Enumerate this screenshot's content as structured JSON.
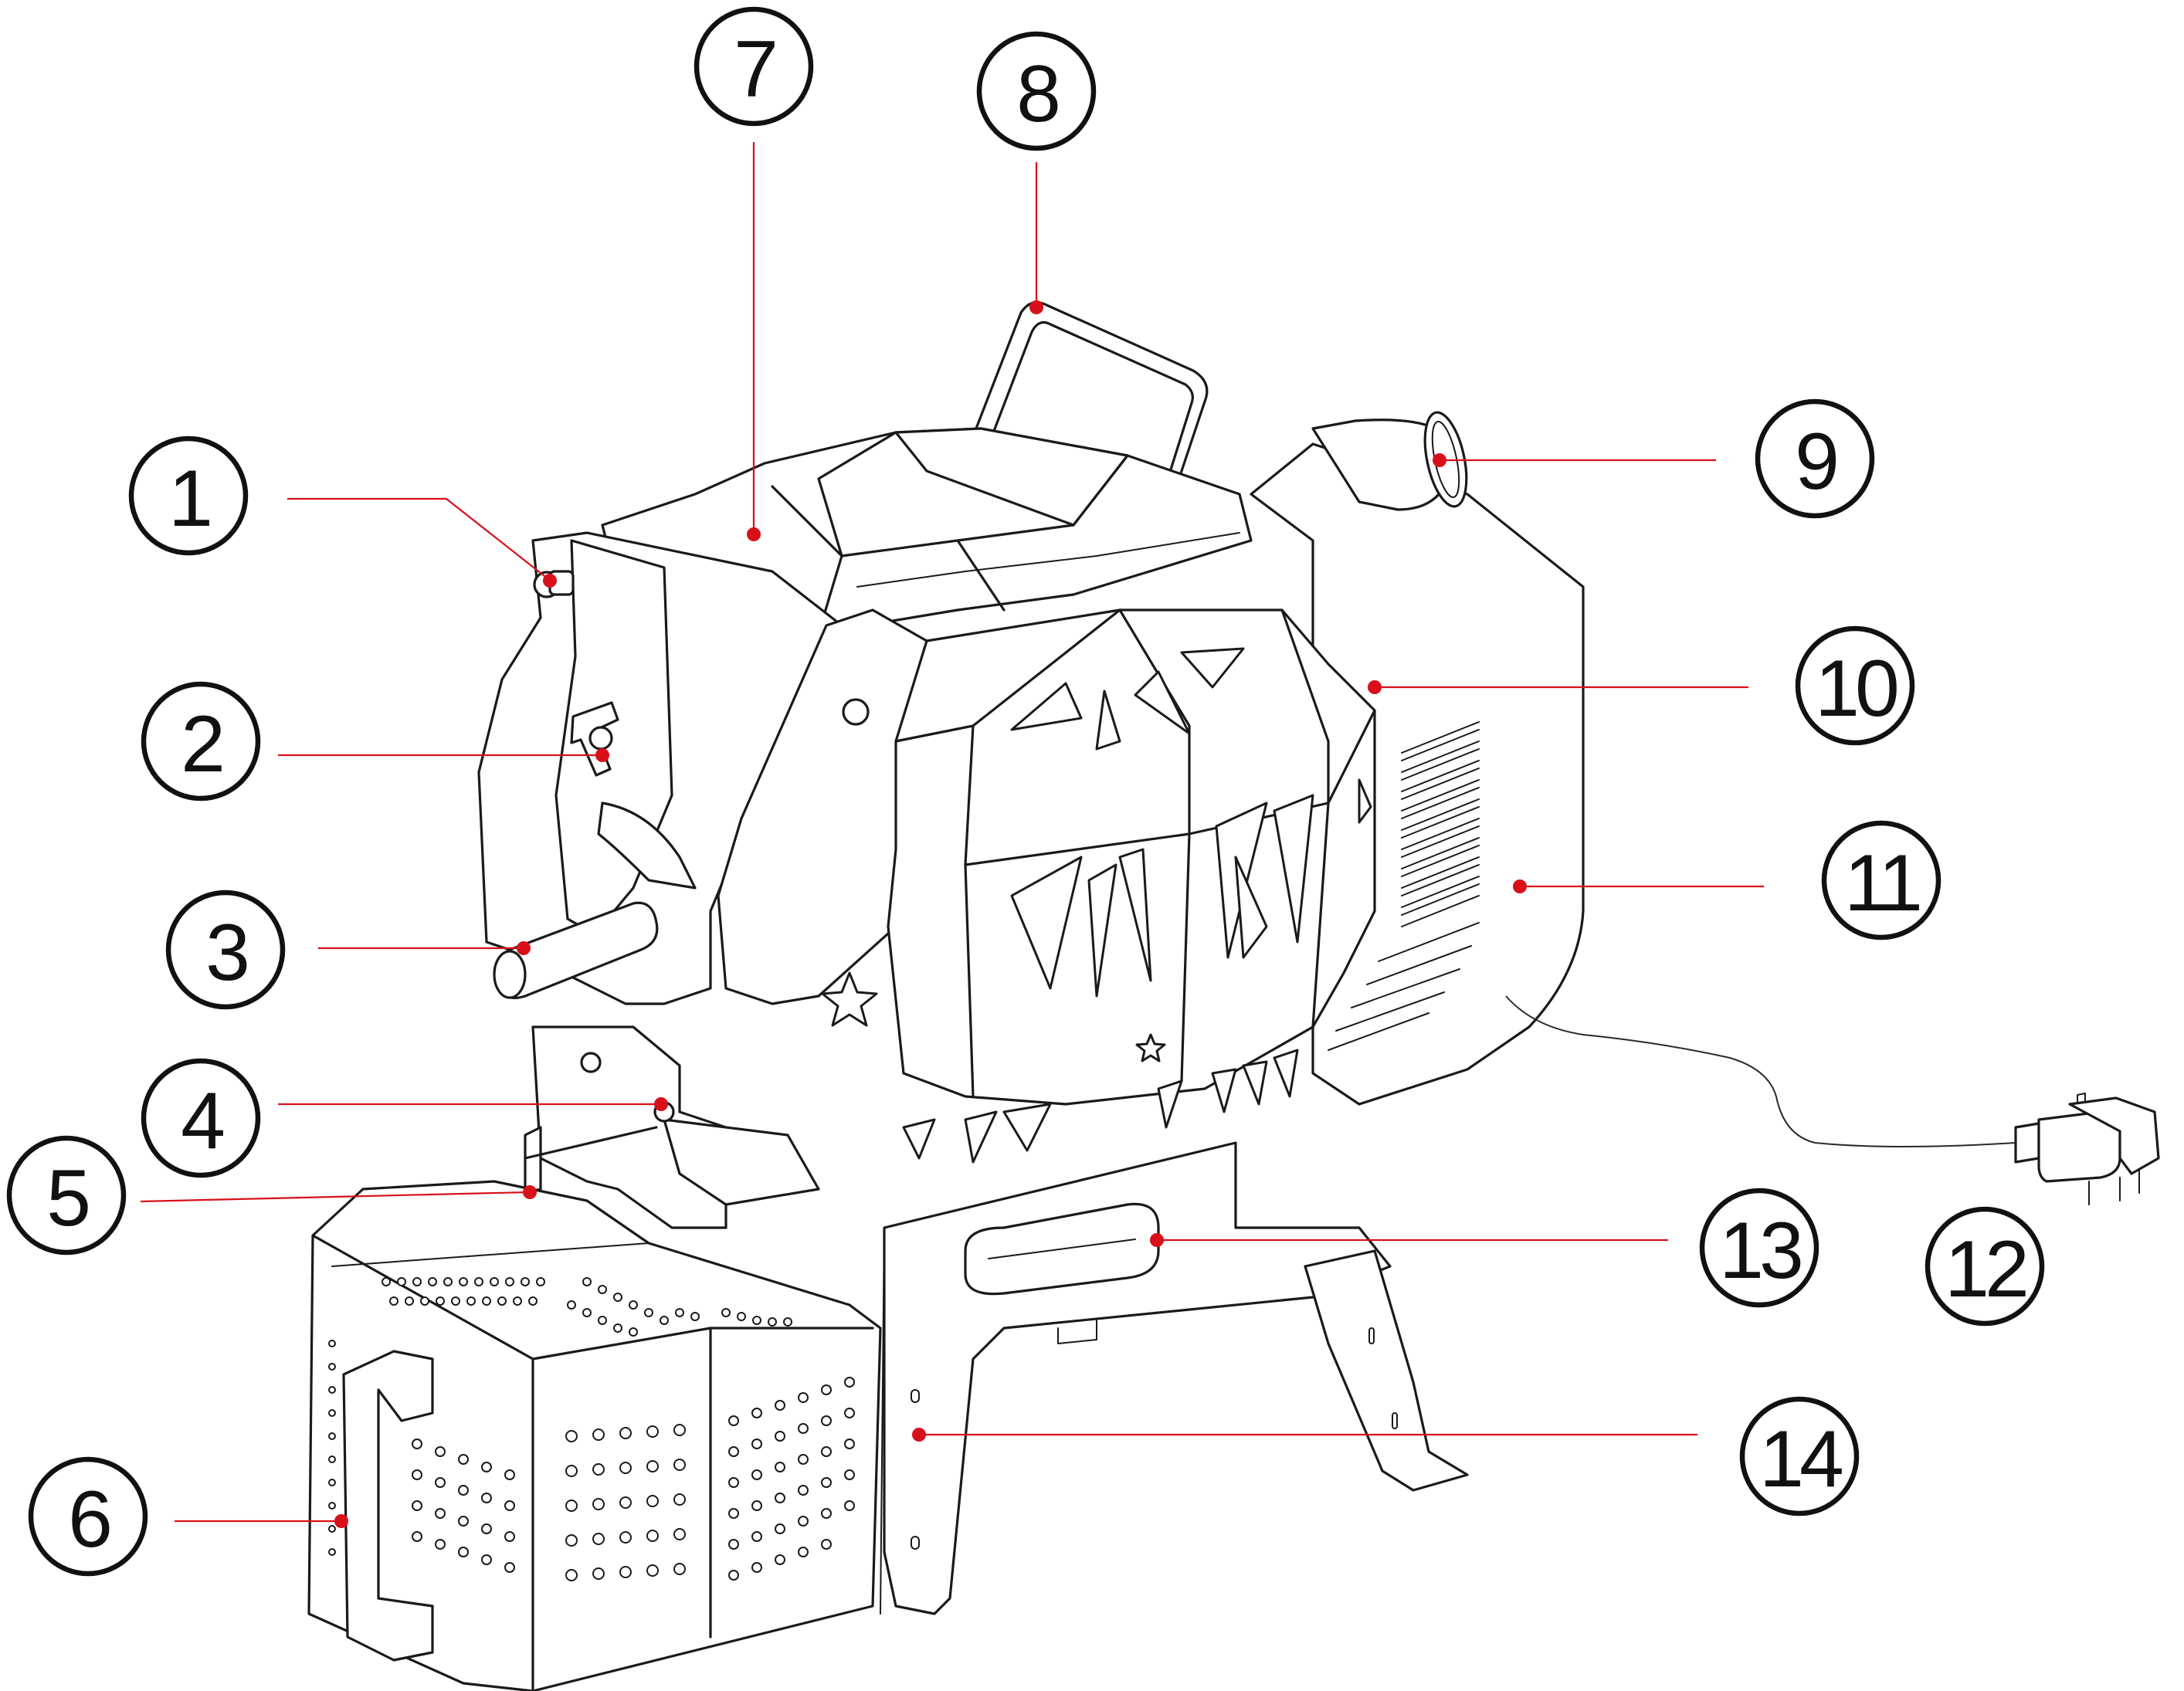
{
  "diagram": {
    "accent_color": "#d8101a",
    "line_color": "#1a1a1a",
    "callouts": [
      {
        "id": "1",
        "label": "1"
      },
      {
        "id": "2",
        "label": "2"
      },
      {
        "id": "3",
        "label": "3"
      },
      {
        "id": "4",
        "label": "4"
      },
      {
        "id": "5",
        "label": "5"
      },
      {
        "id": "6",
        "label": "6"
      },
      {
        "id": "7",
        "label": "7"
      },
      {
        "id": "8",
        "label": "8"
      },
      {
        "id": "9",
        "label": "9"
      },
      {
        "id": "10",
        "label": "10"
      },
      {
        "id": "11",
        "label": "11"
      },
      {
        "id": "12",
        "label": "12"
      },
      {
        "id": "13",
        "label": "13"
      },
      {
        "id": "14",
        "label": "14"
      }
    ]
  }
}
